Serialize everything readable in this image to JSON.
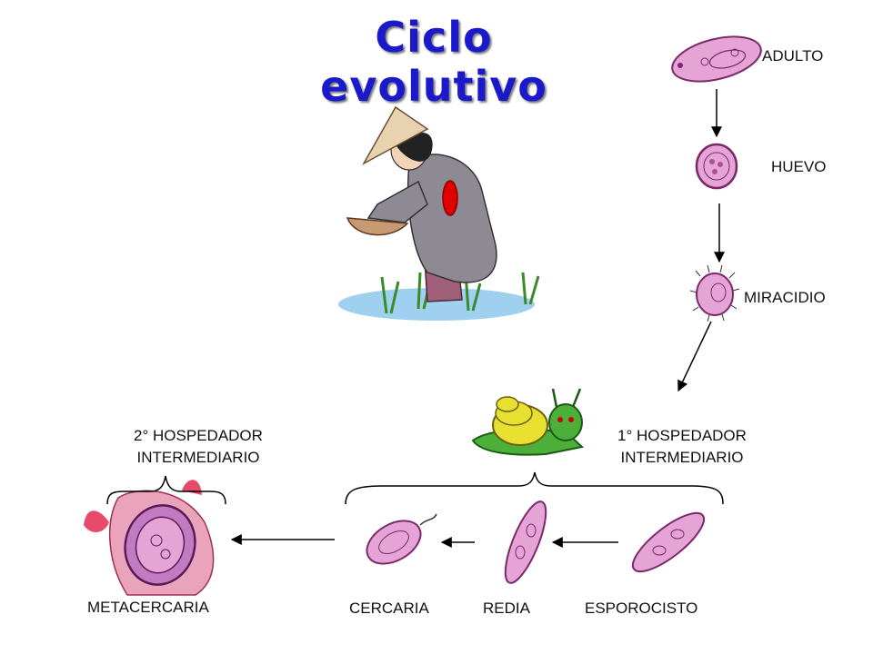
{
  "title": "Ciclo evolutivo",
  "stages": {
    "adulto": "ADULTO",
    "huevo": "HUEVO",
    "miracidio": "MIRACIDIO",
    "esporocisto": "ESPOROCISTO",
    "redia": "REDIA",
    "cercaria": "CERCARIA",
    "metacercaria": "METACERCARIA"
  },
  "hosts": {
    "first": [
      "1° HOSPEDADOR",
      "INTERMEDIARIO"
    ],
    "second": [
      "2° HOSPEDADOR",
      "INTERMEDIARIO"
    ]
  },
  "colors": {
    "title": "#1a1acc",
    "parasite": "#e6a3d6",
    "parasite_stroke": "#7a2a6a",
    "snail_body": "#4caf3a",
    "snail_shell": "#e8e030",
    "water": "#9fd0f0",
    "organ": "#e00000"
  }
}
